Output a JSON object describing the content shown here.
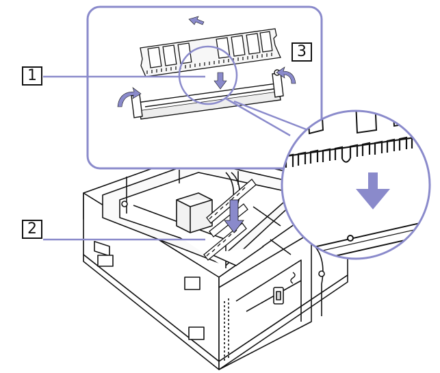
{
  "callouts": [
    {
      "id": "1",
      "label": "1"
    },
    {
      "id": "2",
      "label": "2"
    },
    {
      "id": "3",
      "label": "3"
    }
  ],
  "colors": {
    "accent": "#7f7fb5",
    "outline": "#111111",
    "arrow": "#8a8acb",
    "light_panel": "#f4f4f4"
  }
}
